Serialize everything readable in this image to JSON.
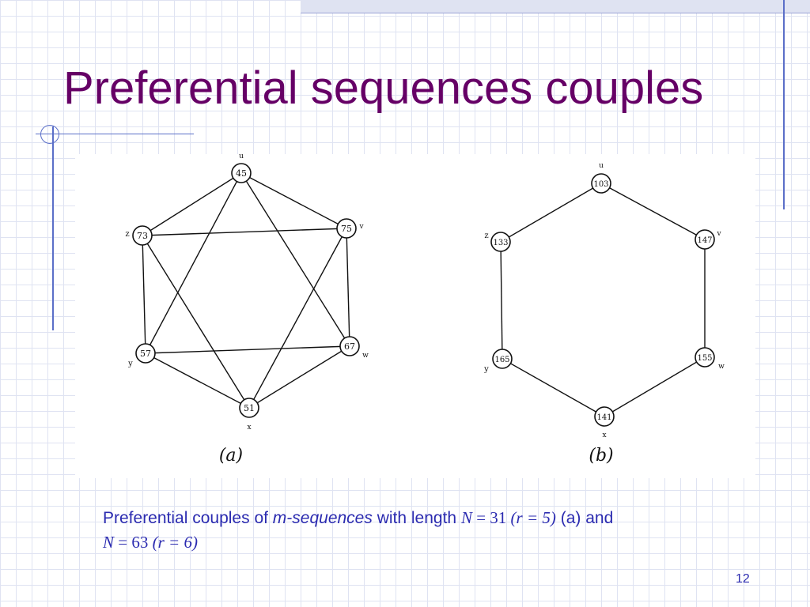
{
  "slide": {
    "title": "Preferential sequences couples",
    "page_number": "12"
  },
  "figure_a": {
    "nodes": [
      {
        "value": "45",
        "letter": "u"
      },
      {
        "value": "75",
        "letter": "v"
      },
      {
        "value": "67",
        "letter": "w"
      },
      {
        "value": "51",
        "letter": "x"
      },
      {
        "value": "57",
        "letter": "y"
      },
      {
        "value": "73",
        "letter": "z"
      }
    ],
    "caption": "(a)"
  },
  "figure_b": {
    "nodes": [
      {
        "value": "103",
        "letter": "u"
      },
      {
        "value": "147",
        "letter": "v"
      },
      {
        "value": "155",
        "letter": "w"
      },
      {
        "value": "141",
        "letter": "x"
      },
      {
        "value": "165",
        "letter": "y"
      },
      {
        "value": "133",
        "letter": "z"
      }
    ],
    "caption": "(b)"
  },
  "caption": {
    "part1": "Preferential couples of ",
    "italic_term": "m-sequences",
    "part2": " with length ",
    "n1_var": "N",
    "n1_value": " = 31 ",
    "r1": "(r = 5)",
    "part3": "  (a) and",
    "n2_var": "N",
    "n2_value": " = 63 ",
    "r2": "(r = 6)"
  }
}
